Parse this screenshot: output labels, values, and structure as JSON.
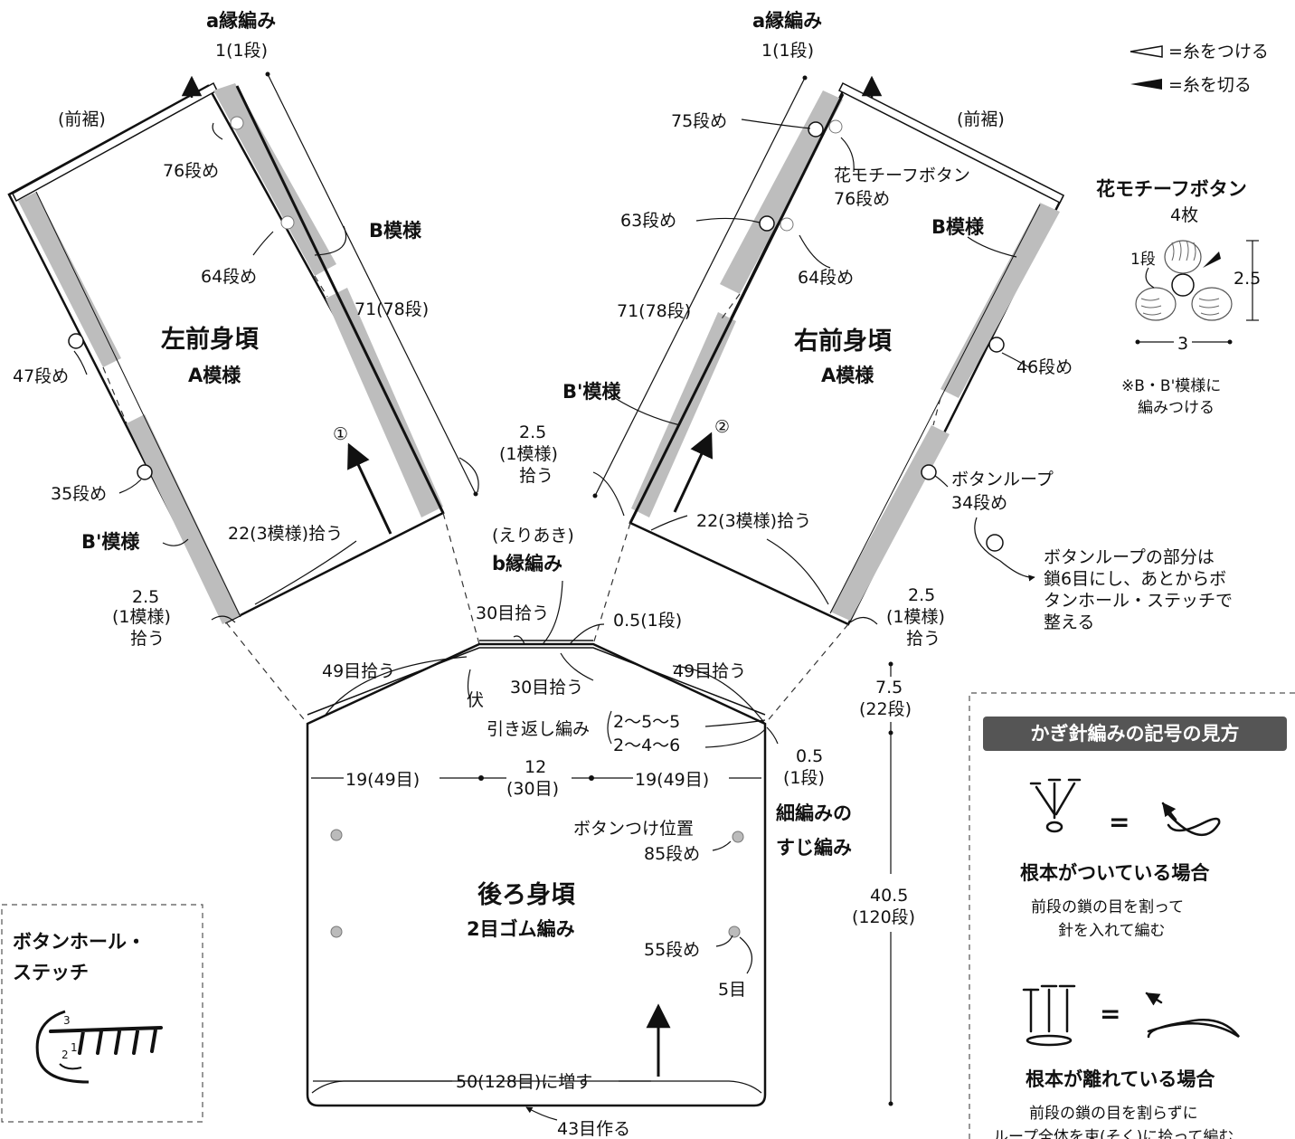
{
  "legend": {
    "attach": "=糸をつける",
    "cut": "=糸を切る"
  },
  "left": {
    "edge": "a縁編み",
    "edge_rows": "1(1段)",
    "hem": "(前裾)",
    "r76": "76段め",
    "r64": "64段め",
    "b_pat": "B模様",
    "title": "左前身頃",
    "a_pat": "A模様",
    "length": "71(78段)",
    "r47": "47段め",
    "circle_num": "①",
    "r35": "35段め",
    "bp_pat": "B'模様",
    "pick": "22(3模様)拾う",
    "pick2_a": "2.5",
    "pick2_b": "(1模様)",
    "pick2_c": "拾う"
  },
  "right": {
    "edge": "a縁編み",
    "edge_rows": "1(1段)",
    "hem": "(前裾)",
    "r75": "75段め",
    "flower_a": "花モチーフボタン",
    "flower_b": "76段め",
    "r63": "63段め",
    "b_pat": "B模様",
    "r64": "64段め",
    "length": "71(78段)",
    "title": "右前身頃",
    "a_pat": "A模様",
    "r46": "46段め",
    "bp_pat": "B'模様",
    "circle_num": "②",
    "loop_a": "ボタンループ",
    "loop_b": "34段め",
    "pick": "22(3模様)拾う",
    "pick2_a": "2.5",
    "pick2_b": "(1模様)",
    "pick2_c": "拾う"
  },
  "center": {
    "pick_a": "2.5",
    "pick_b": "(1模様)",
    "pick_c": "拾う",
    "neck_a": "(えりあき)",
    "neck_b": "b縁編み",
    "pick30": "30目拾う",
    "half": "0.5(1段)",
    "pick49l": "49目拾う",
    "pick30b": "30目拾う",
    "pick49r": "49目拾う",
    "fu": "伏",
    "short_row": "引き返し編み",
    "sr1": "2〜5〜5",
    "sr2": "2〜4〜6",
    "half_b1": "0.5",
    "half_b2": "(1段)",
    "w_left": "19(49目)",
    "w_mid_a": "12",
    "w_mid_b": "(30目)",
    "w_right": "19(49目)",
    "rib_a": "細編みの",
    "rib_b": "すじ編み",
    "btn_pos": "ボタンつけ位置",
    "r85": "85段め",
    "title": "後ろ身頃",
    "pat": "2目ゴム編み",
    "r55": "55段め",
    "five": "5目",
    "inc": "50(128目)に増す",
    "cast": "43目作る",
    "h_a": "7.5",
    "h_b": "(22段)",
    "h_c": "40.5",
    "h_d": "(120段)"
  },
  "flower_button": {
    "title": "花モチーフボタン",
    "count": "4枚",
    "row1": "1段",
    "w": "3",
    "h": "2.5",
    "note_a": "※B・B'模様に",
    "note_b": "編みつける"
  },
  "loop_note": [
    "ボタンループの部分は",
    "鎖6目にし、あとからボ",
    "タンホール・ステッチで",
    "整える"
  ],
  "buttonhole": {
    "title_a": "ボタンホール・",
    "title_b": "ステッチ"
  },
  "crochet_key": {
    "title": "かぎ針編みの記号の見方",
    "eq": "=",
    "case1": "根本がついている場合",
    "case1_a": "前段の鎖の目を割って",
    "case1_b": "針を入れて編む",
    "case2": "根本が離れている場合",
    "case2_a": "前段の鎖の目を割らずに",
    "case2_b": "ループ全体を束(そく)に拾って編む"
  }
}
